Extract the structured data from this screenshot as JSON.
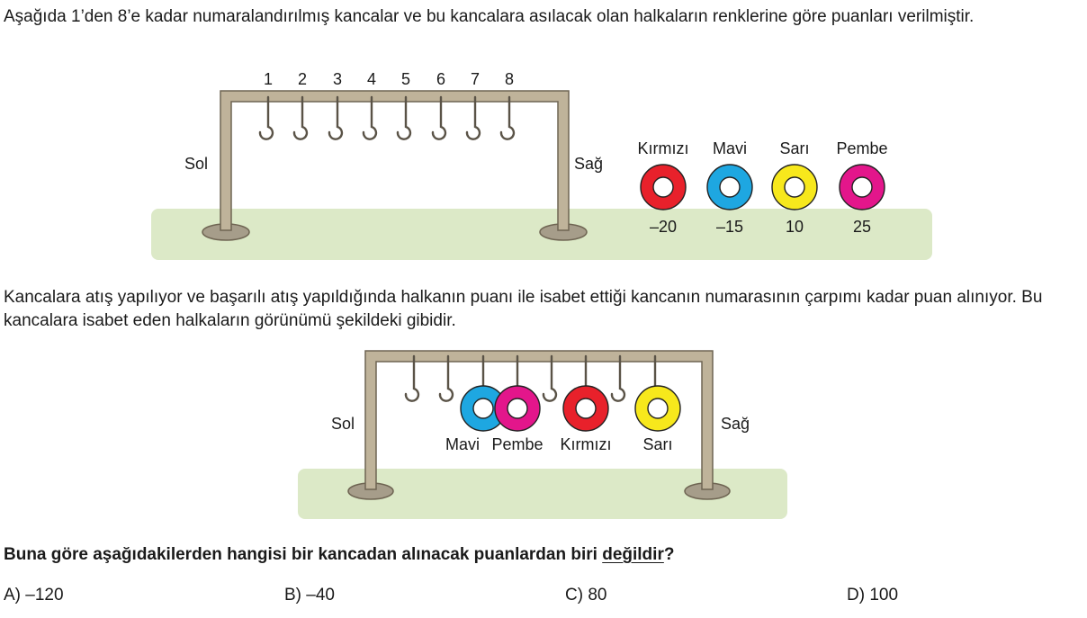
{
  "intro_text": "Aşağıda 1’den 8’e kadar numaralandırılmış kancalar ve bu kancalara asılacak olan halkaların renklerine göre puanları verilmiştir.",
  "figure1": {
    "hook_numbers": [
      "1",
      "2",
      "3",
      "4",
      "5",
      "6",
      "7",
      "8"
    ],
    "left_label": "Sol",
    "right_label": "Sağ",
    "rings": [
      {
        "name": "Kırmızı",
        "points": "–20",
        "color": "#e8212b"
      },
      {
        "name": "Mavi",
        "points": "–15",
        "color": "#1ea7e1"
      },
      {
        "name": "Sarı",
        "points": "10",
        "color": "#f7e81c"
      },
      {
        "name": "Pembe",
        "points": "25",
        "color": "#e3168b"
      }
    ]
  },
  "middle_text": "Kancalara atış yapılıyor ve başarılı atış yapıldığında halkanın puanı ile isabet ettiği kancanın numarasının çarpımı kadar puan alınıyor. Bu kancalara isabet eden halkaların görünümü şekildeki gibidir.",
  "figure2": {
    "left_label": "Sol",
    "right_label": "Sağ",
    "hung_rings": [
      {
        "label": "Mavi",
        "color": "#1ea7e1"
      },
      {
        "label": "Pembe",
        "color": "#e3168b"
      },
      {
        "label": "Kırmızı",
        "color": "#e8212b"
      },
      {
        "label": "Sarı",
        "color": "#f7e81c"
      }
    ]
  },
  "question": {
    "before": "Buna göre aşağıdakilerden hangisi bir kancadan alınacak puanlardan biri ",
    "underlined": "değildir",
    "after": "?"
  },
  "options": [
    {
      "letter": "A)",
      "value": "–120"
    },
    {
      "letter": "B)",
      "value": "–40"
    },
    {
      "letter": "C)",
      "value": "80"
    },
    {
      "letter": "D)",
      "value": "100"
    }
  ],
  "colors": {
    "ground": "#dce9c7",
    "frame": "#bfb39a",
    "frame_stroke": "#6f6553",
    "base": "#a69d8a"
  }
}
